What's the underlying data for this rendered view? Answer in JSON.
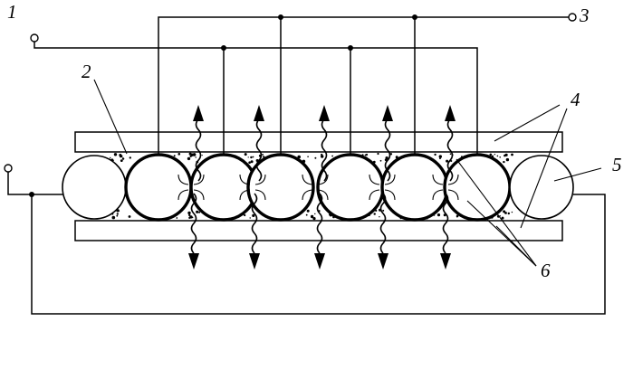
{
  "figure": {
    "labels": {
      "terminal_1": "1",
      "brush": "2",
      "terminal_3": "3",
      "plates": "4",
      "roller": "5",
      "flows": "6"
    }
  }
}
